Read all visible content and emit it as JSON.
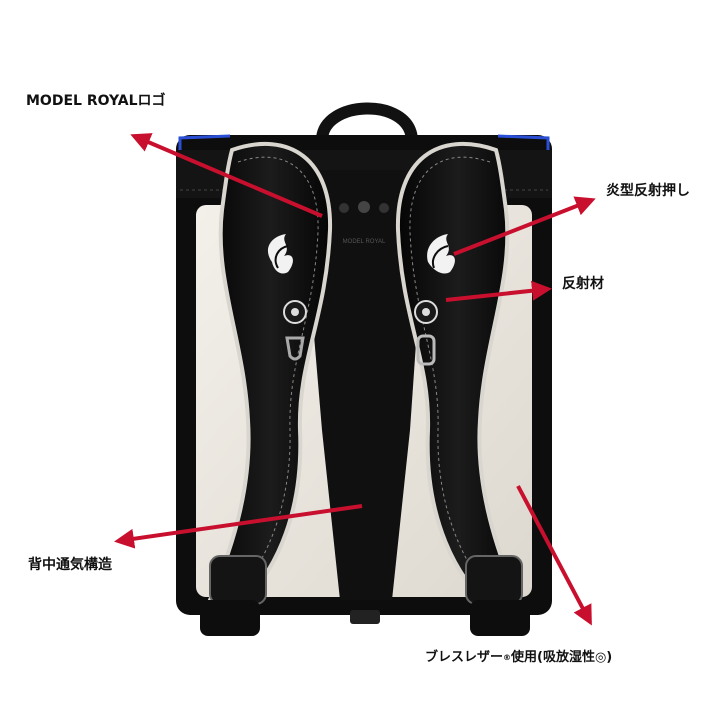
{
  "labels": {
    "logo": "MODEL ROYALロゴ",
    "flame": "炎型反射押し",
    "reflector": "反射材",
    "ventilation": "背中通気構造",
    "leather_prefix": "ブレスレザー",
    "leather_reg": "®",
    "leather_suffix": "使用(吸放湿性◎)"
  },
  "colors": {
    "arrow": "#c8102e",
    "body_black": "#0d0d0d",
    "panel_cream": "#ece8e1",
    "stitch": "#cfcfcf",
    "edge_blue": "#2a4fd4"
  }
}
